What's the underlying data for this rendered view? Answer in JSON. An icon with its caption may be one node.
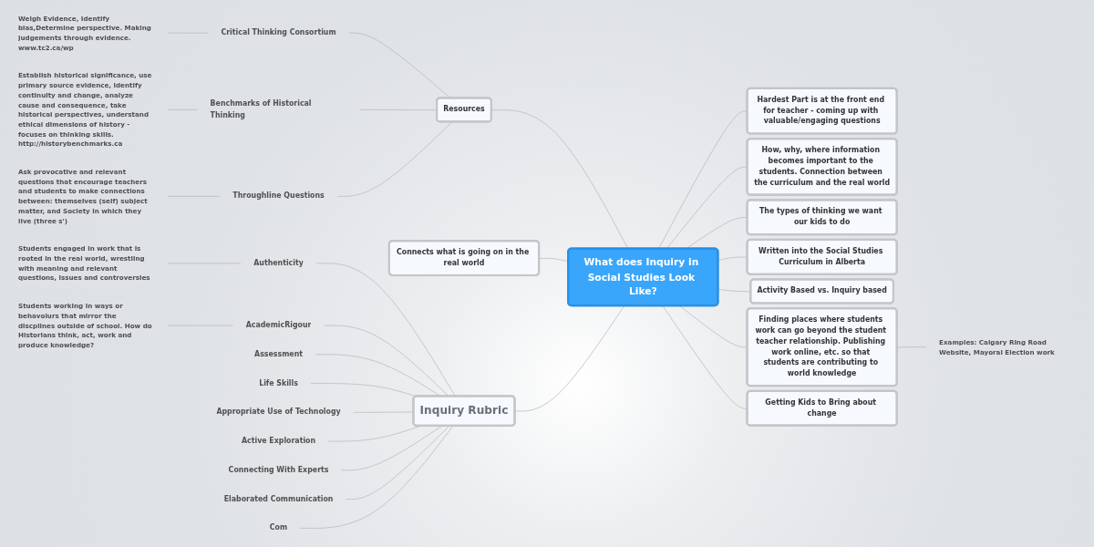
{
  "diagram": {
    "nodes": [
      {
        "text": [
          "What does Inquiry in Social Studies Look Like?"
        ]
      },
      {
        "text": [
          "Resources"
        ]
      },
      {
        "text": [
          "Critical Thinking Consortium"
        ]
      },
      {
        "text": [
          "Weigh Evidence, Identify bias,Determine perspective. Making judgements through evidence. www.tc2.ca/wp"
        ]
      },
      {
        "text": [
          "Benchmarks of Historical Thinking"
        ]
      },
      {
        "text": [
          "Establish historical significance, use primary source evidence, identify continuity and change, analyze cause and consequence, take historical perspectives, understand ethical dimensions of history - focuses on thinking skills. http://historybenchmarks.ca"
        ]
      },
      {
        "text": [
          "Throughline Questions"
        ]
      },
      {
        "text": [
          "Ask provocative and relevant questions that encourage teachers and students to make connections between: themselves (self) subject matter, and Society in which they live (three s')"
        ]
      },
      {
        "text": [
          "Connects what is going on in the real world"
        ]
      },
      {
        "text": [
          "Inquiry Rubric"
        ]
      },
      {
        "text": [
          "Authenticity"
        ]
      },
      {
        "text": [
          "Students engaged in work that is rooted in the real world, wrestling with meaning and relevant questions, issues and controversies"
        ]
      },
      {
        "text": [
          "AcademicRigour"
        ]
      },
      {
        "text": [
          "Students working in ways or behavoiurs that mirror the discplines outside of school. How do Historians think, act, work and produce knowledge?"
        ]
      },
      {
        "text": [
          "Assessment"
        ]
      },
      {
        "text": [
          "Life Skills"
        ]
      },
      {
        "text": [
          "Appropriate Use of Technology"
        ]
      },
      {
        "text": [
          "Active Exploration"
        ]
      },
      {
        "text": [
          "Connecting With Experts"
        ]
      },
      {
        "text": [
          "Elaborated Communication"
        ]
      },
      {
        "text": [
          "Com"
        ]
      },
      {
        "text": [
          "Hardest Part is at the front end for teacher - coming up with valuable/engaging questions"
        ]
      },
      {
        "text": [
          "How, why, where information becomes important to the students. Connection between the curriculum and the real world"
        ]
      },
      {
        "text": [
          "The types of thinking we want our kids to do"
        ]
      },
      {
        "text": [
          "Written into the Social Studies Curriculum in Alberta"
        ]
      },
      {
        "text": [
          "Activity Based vs. Inquiry based"
        ]
      },
      {
        "text": [
          "Finding places where students work can go beyond the student teacher relationship. Publishing work online, etc. so that students are contributing to world knowledge"
        ]
      },
      {
        "text": [
          "Examples: Calgary Ring Road Website, Mayoral Election work"
        ]
      },
      {
        "text": [
          "Getting Kids to Bring about change"
        ]
      }
    ],
    "edges": [
      {
        "from": 1,
        "to": 0,
        "arrow": "none"
      },
      {
        "from": 2,
        "to": 1,
        "arrow": "none"
      },
      {
        "from": 3,
        "to": 2,
        "arrow": "none"
      },
      {
        "from": 4,
        "to": 1,
        "arrow": "none"
      },
      {
        "from": 5,
        "to": 4,
        "arrow": "none"
      },
      {
        "from": 6,
        "to": 1,
        "arrow": "none"
      },
      {
        "from": 7,
        "to": 6,
        "arrow": "none"
      },
      {
        "from": 8,
        "to": 0,
        "arrow": "none"
      },
      {
        "from": 9,
        "to": 0,
        "arrow": "none"
      },
      {
        "from": 10,
        "to": 9,
        "arrow": "none"
      },
      {
        "from": 11,
        "to": 10,
        "arrow": "none"
      },
      {
        "from": 12,
        "to": 9,
        "arrow": "none"
      },
      {
        "from": 13,
        "to": 12,
        "arrow": "none"
      },
      {
        "from": 14,
        "to": 9,
        "arrow": "none"
      },
      {
        "from": 15,
        "to": 9,
        "arrow": "none"
      },
      {
        "from": 16,
        "to": 9,
        "arrow": "none"
      },
      {
        "from": 17,
        "to": 9,
        "arrow": "none"
      },
      {
        "from": 18,
        "to": 9,
        "arrow": "none"
      },
      {
        "from": 19,
        "to": 9,
        "arrow": "none"
      },
      {
        "from": 20,
        "to": 9,
        "arrow": "none"
      },
      {
        "from": 0,
        "to": 21,
        "arrow": "none"
      },
      {
        "from": 0,
        "to": 22,
        "arrow": "none"
      },
      {
        "from": 0,
        "to": 23,
        "arrow": "none"
      },
      {
        "from": 0,
        "to": 24,
        "arrow": "none"
      },
      {
        "from": 0,
        "to": 25,
        "arrow": "none"
      },
      {
        "from": 0,
        "to": 26,
        "arrow": "none"
      },
      {
        "from": 26,
        "to": 27,
        "arrow": "none"
      },
      {
        "from": 0,
        "to": 28,
        "arrow": "none"
      }
    ]
  }
}
